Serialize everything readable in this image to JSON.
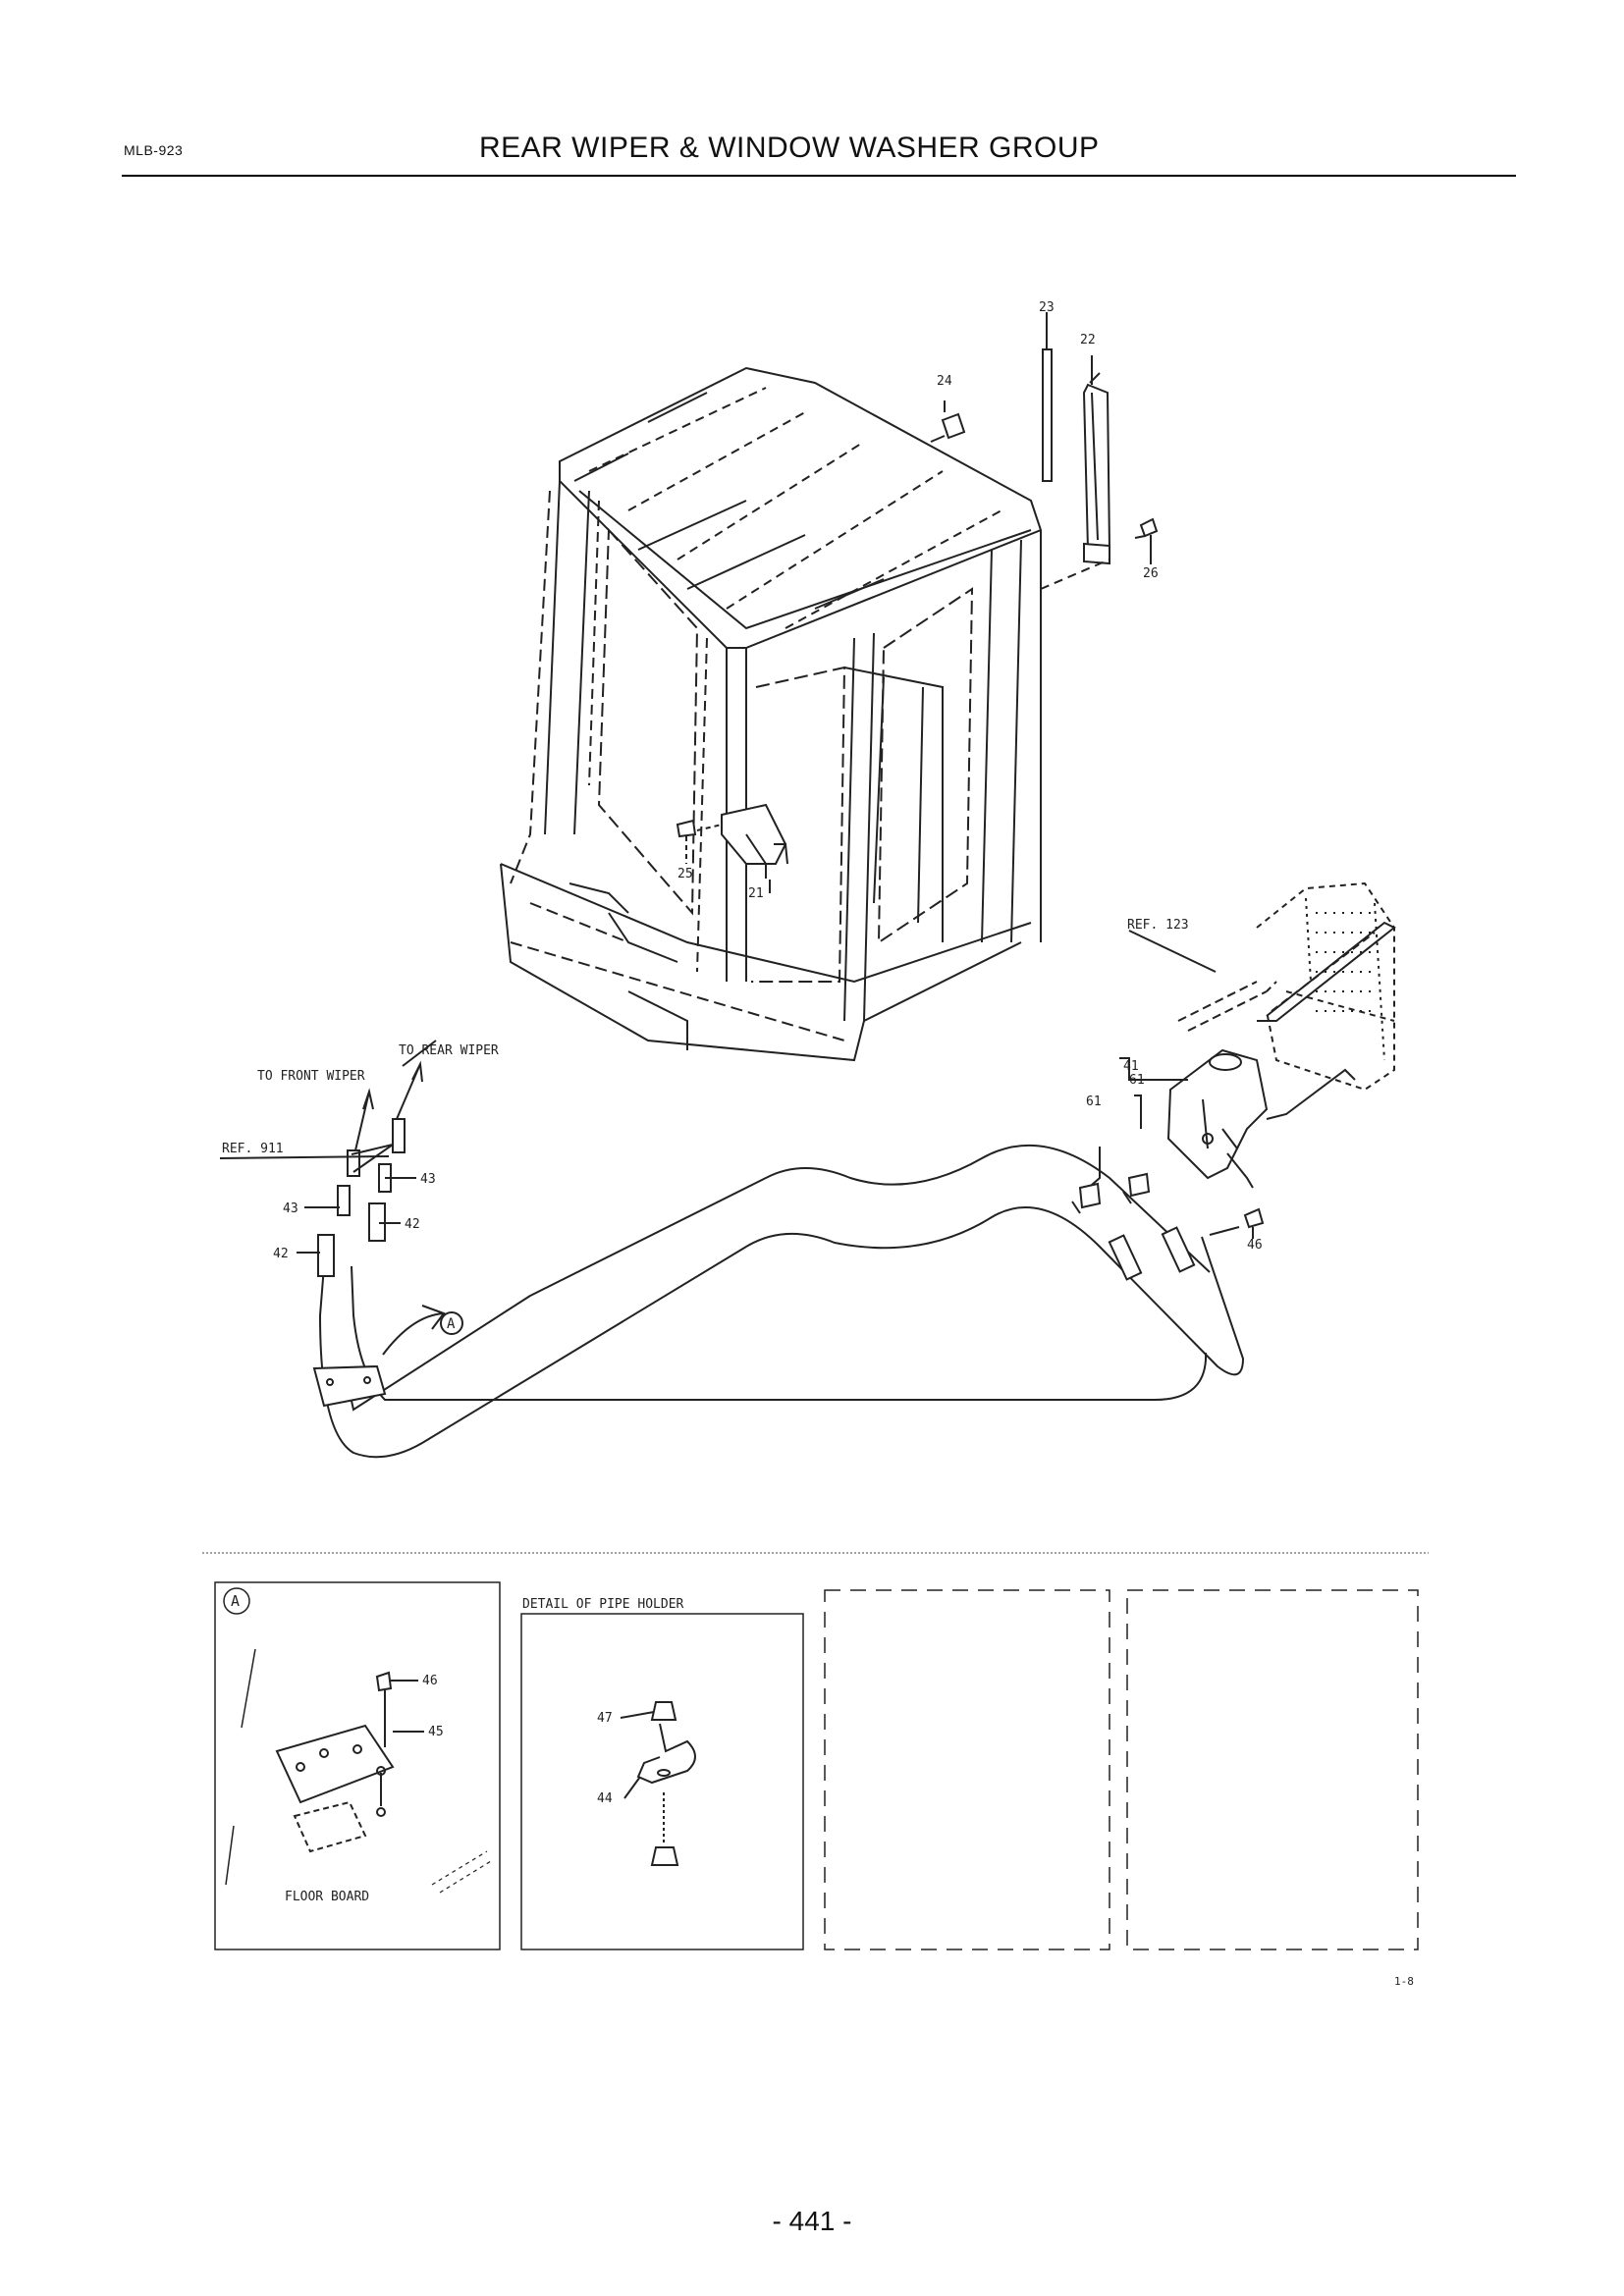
{
  "header": {
    "doc_code": "MLB-923",
    "title": "REAR WIPER & WINDOW WASHER GROUP"
  },
  "main_view": {
    "part_labels": {
      "p23": "23",
      "p22": "22",
      "p24": "24",
      "p26": "26",
      "p25": "25",
      "p21": "21",
      "p41": "41",
      "p61a": "61",
      "p61b": "61",
      "p46": "46",
      "p43a": "43",
      "p43b": "43",
      "p42a": "42",
      "p42b": "42"
    },
    "callouts": {
      "ref_123": "REF. 123",
      "to_rear_wiper": "TO REAR WIPER",
      "to_front_wiper": "TO FRONT WIPER",
      "ref_911": "REF. 911",
      "detail_marker": "A"
    }
  },
  "detail_a": {
    "marker": "A",
    "labels": {
      "p46": "46",
      "p45": "45"
    },
    "caption": "FLOOR BOARD"
  },
  "detail_pipe_holder": {
    "title": "DETAIL OF PIPE HOLDER",
    "labels": {
      "p47": "47",
      "p44": "44"
    }
  },
  "footer": {
    "figure_code": "1-8",
    "page_number": "- 441 -"
  }
}
